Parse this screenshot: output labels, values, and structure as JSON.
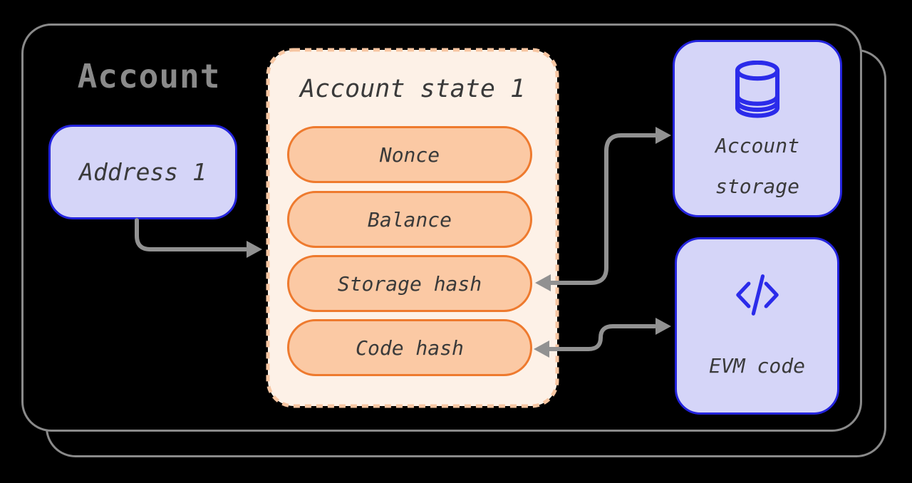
{
  "diagram": {
    "title": "Account",
    "address_box": {
      "label": "Address 1"
    },
    "state_box": {
      "title": "Account state 1",
      "fields": [
        "Nonce",
        "Balance",
        "Storage hash",
        "Code hash"
      ]
    },
    "storage_box": {
      "icon": "database-icon",
      "label_line1": "Account",
      "label_line2": "storage"
    },
    "evm_box": {
      "icon": "code-icon",
      "label": "EVM code"
    },
    "connectors": [
      "address-to-account-state",
      "storage-hash-to-account-storage",
      "code-hash-to-evm-code"
    ],
    "colors": {
      "background": "#000000",
      "outline_gray": "#8a8a8a",
      "arrow_gray": "#919191",
      "accent_blue": "#2424dd",
      "icon_blue": "#2b2bea",
      "lavender_fill": "#d5d5f8",
      "orange_border": "#ee7a2e",
      "orange_fill": "#fbc9a4",
      "cream_fill": "#fdf1e7",
      "dashed_orange": "#f8c6a2",
      "text_dark": "#3a3a3a"
    }
  }
}
